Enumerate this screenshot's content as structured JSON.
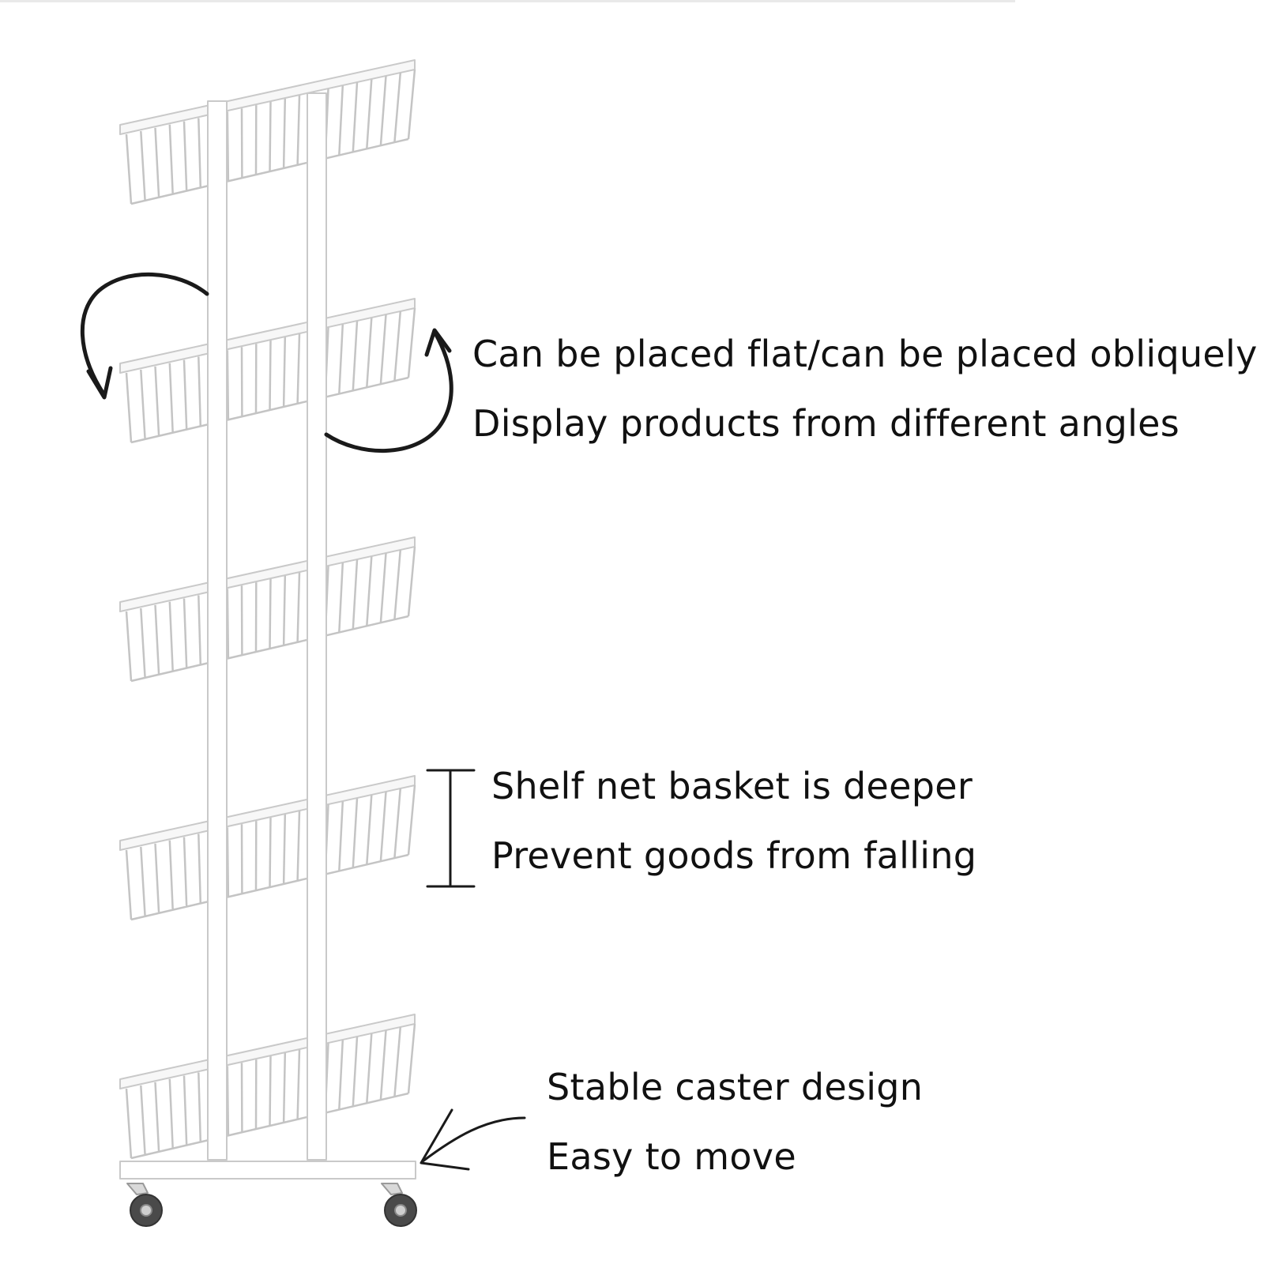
{
  "features": {
    "angle": {
      "line1": "Can be placed flat/can be placed obliquely",
      "line2": "Display products from different angles"
    },
    "depth": {
      "line1": "Shelf net basket is deeper",
      "line2": "Prevent goods from falling"
    },
    "caster": {
      "line1": "Stable caster design",
      "line2": "Easy to move"
    }
  },
  "colors": {
    "background": "#ffffff",
    "frame": "#ffffff",
    "frame_outline": "#c8c8c8",
    "text": "#111111",
    "annotation": "#1a1a1a"
  },
  "icons": {
    "rotate_left": "curved-arrow-icon",
    "rotate_right": "curved-arrow-icon",
    "depth_marker": "i-beam-marker-icon",
    "caster_pointer": "pointer-arrow-icon"
  }
}
